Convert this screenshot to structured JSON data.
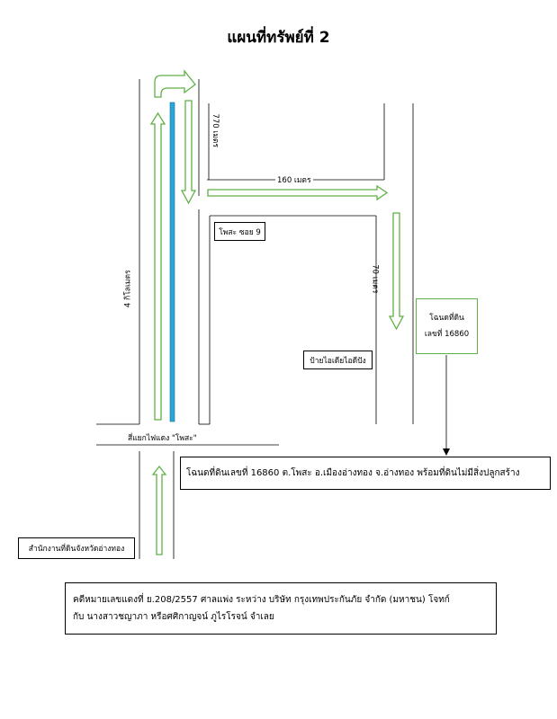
{
  "title": "แผนที่ทรัพย์ที่ 2",
  "labels": {
    "distance_4km": "4 กิโลเมตร",
    "distance_770m": "770 เมตร",
    "distance_160m": "160 เมตร",
    "distance_70m": "70 เมตร",
    "intersection": "สี่แยกไฟแดง \"โพสะ\""
  },
  "boxes": {
    "pho_sa_soi9": "โพสะ ซอย 9",
    "sign_icon": "ป้ายไอเดียไอดีปัง",
    "land_office": "สำนักงานที่ดินจังหวัดอ่างทอง",
    "deed_line1": "โฉนดที่ดิน",
    "deed_line2": "เลขที่ 16860",
    "land_description": "โฉนดที่ดินเลขที่ 16860 ต.โพสะ อ.เมืองอ่างทอง จ.อ่างทอง พร้อมที่ดินไม่มีสิ่งปลูกสร้าง",
    "case_line1": "คดีหมายเลขแดงที่ ย.208/2557 ศาลแพ่ง ระหว่าง บริษัท กรุงเทพประกันภัย จำกัด (มหาชน) โจทก์",
    "case_line2": "กับ นางสาวชญาภา หรือศศิกาญจน์ ภูไรโรจน์ จำเลย"
  },
  "colors": {
    "route_arrow": "#5fb146",
    "highway": "#29a6d6",
    "road_line": "#000000"
  }
}
